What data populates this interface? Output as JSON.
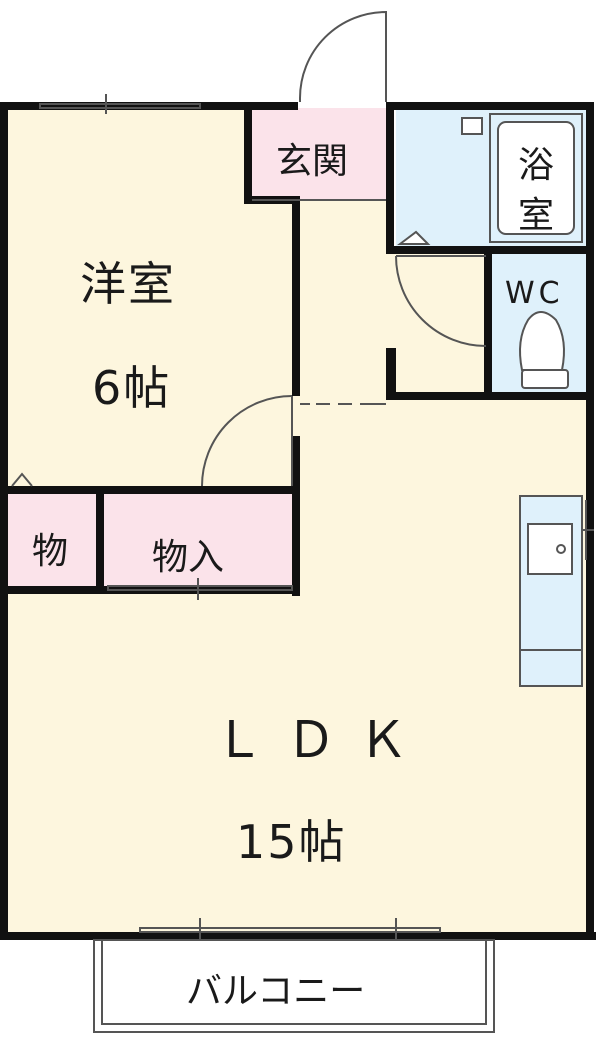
{
  "rooms": {
    "western_room": {
      "name": "洋室",
      "size": "6帖"
    },
    "entrance": {
      "name": "玄関"
    },
    "bath": {
      "line1": "浴",
      "line2": "室"
    },
    "wc": {
      "name": "WC"
    },
    "storage_small": {
      "name": "物"
    },
    "storage_closet": {
      "name": "物入"
    },
    "ldk": {
      "name": "ＬＤＫ",
      "size": "15帖"
    },
    "balcony": {
      "name": "バルコニー"
    }
  },
  "colors": {
    "living_floor": "#fdf6de",
    "entrance_floor": "#fbe3ea",
    "wet_area": "#dff1fb",
    "wall": "#111111",
    "line": "#555555"
  }
}
